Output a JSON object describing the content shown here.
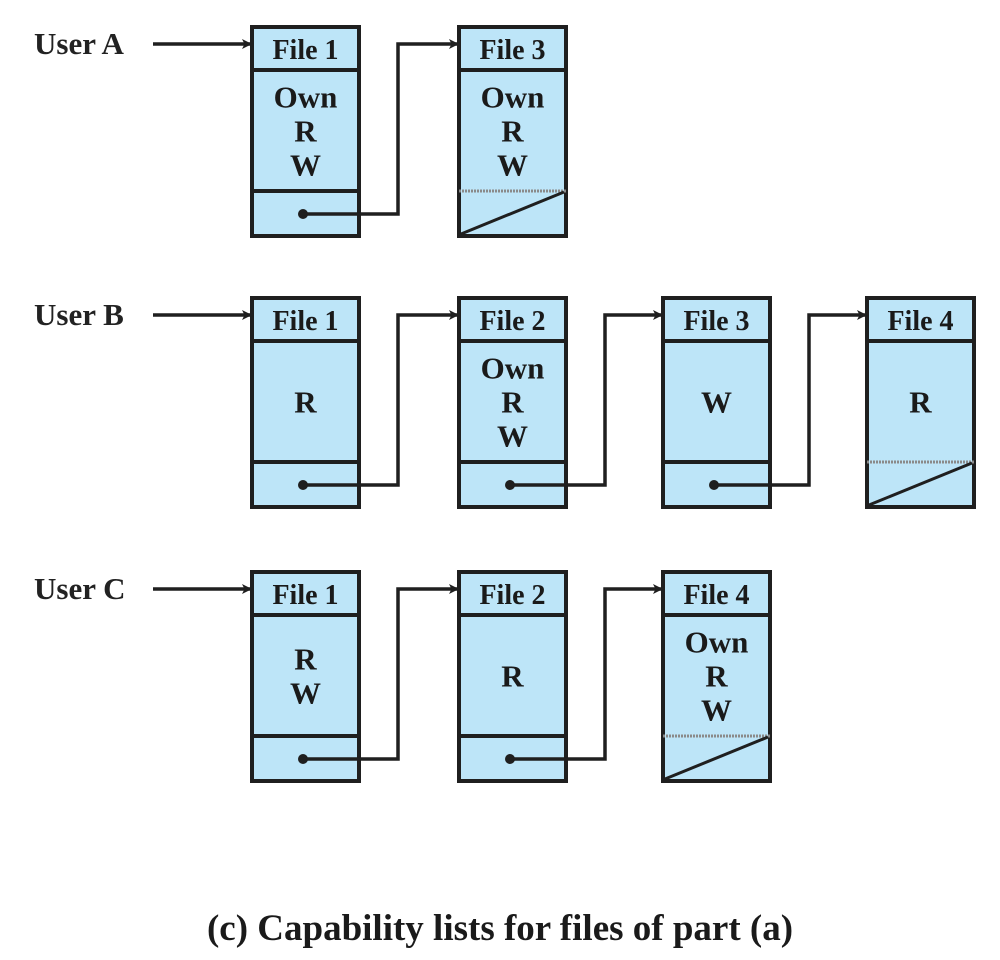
{
  "colors": {
    "box_fill": "#bde5f8",
    "stroke": "#1f1f1f",
    "null_divider": "#8a8a8a"
  },
  "caption": "(c) Capability lists for files of part (a)",
  "users": [
    {
      "name": "User A",
      "capabilities": [
        {
          "file": "File 1",
          "rights": [
            "Own",
            "R",
            "W"
          ],
          "next": true
        },
        {
          "file": "File 3",
          "rights": [
            "Own",
            "R",
            "W"
          ],
          "next": false
        }
      ]
    },
    {
      "name": "User B",
      "capabilities": [
        {
          "file": "File 1",
          "rights": [
            "R"
          ],
          "next": true
        },
        {
          "file": "File 2",
          "rights": [
            "Own",
            "R",
            "W"
          ],
          "next": true
        },
        {
          "file": "File 3",
          "rights": [
            "W"
          ],
          "next": true
        },
        {
          "file": "File 4",
          "rights": [
            "R"
          ],
          "next": false
        }
      ]
    },
    {
      "name": "User C",
      "capabilities": [
        {
          "file": "File 1",
          "rights": [
            "R",
            "W"
          ],
          "next": true
        },
        {
          "file": "File 2",
          "rights": [
            "R"
          ],
          "next": true
        },
        {
          "file": "File 4",
          "rights": [
            "Own",
            "R",
            "W"
          ],
          "next": false
        }
      ]
    }
  ]
}
